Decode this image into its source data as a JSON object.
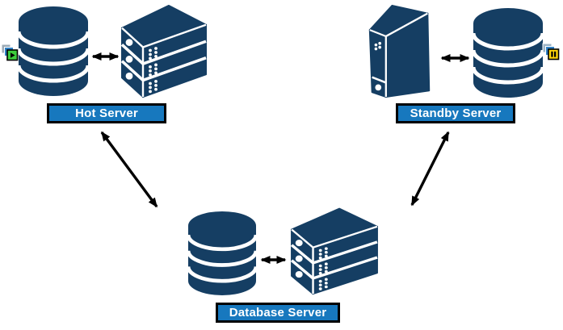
{
  "diagram": {
    "type": "server-replication-topology",
    "background_color": "#ffffff",
    "colors": {
      "icon_navy": "#153E63",
      "label_fill": "#1778BE",
      "label_border": "#000000",
      "label_text": "#ffffff",
      "arrow_black": "#000000",
      "status_running_green": "#3DCC3D",
      "status_paused_yellow": "#FFD60A",
      "status_square_blue": "#2F80C4",
      "status_square_gray": "#9BAAB6"
    },
    "nodes": [
      {
        "id": "hot",
        "label": "Hot Server",
        "icons": [
          "running-vm-status-icon",
          "database-icon",
          "sync-arrow",
          "server-stack-icon"
        ]
      },
      {
        "id": "standby",
        "label": "Standby Server",
        "icons": [
          "tower-server-icon",
          "sync-arrow",
          "database-icon",
          "paused-vm-status-icon"
        ]
      },
      {
        "id": "database",
        "label": "Database Server",
        "icons": [
          "database-icon",
          "sync-arrow",
          "server-stack-icon"
        ]
      }
    ],
    "edges": [
      {
        "from": "Hot Server",
        "to": "Database Server",
        "style": "double-headed-arrow"
      },
      {
        "from": "Standby Server",
        "to": "Database Server",
        "style": "double-headed-arrow"
      },
      {
        "from": "Hot Server database",
        "to": "Hot Server stack",
        "style": "double-headed-arrow"
      },
      {
        "from": "Standby Server tower",
        "to": "Standby Server database",
        "style": "double-headed-arrow"
      },
      {
        "from": "Database Server database",
        "to": "Database Server stack",
        "style": "double-headed-arrow"
      }
    ]
  }
}
